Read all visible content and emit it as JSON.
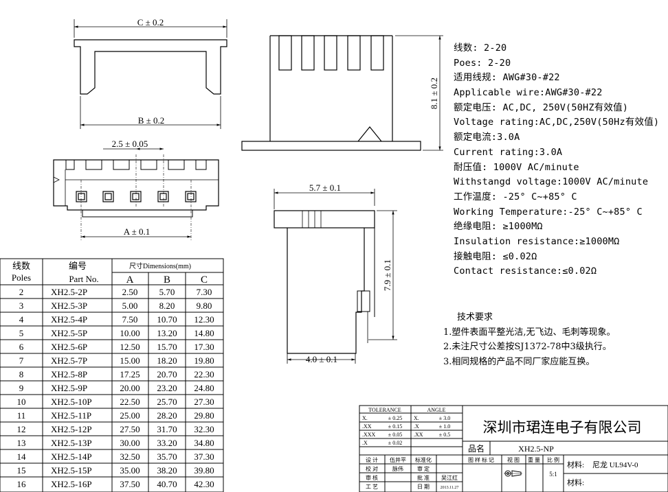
{
  "dims": {
    "c": "C ± 0.2",
    "b": "B ± 0.2",
    "pitch": "2.5 ± 0.05",
    "a": "A ± 0.1",
    "h": "8.1 ± 0.2",
    "w57": "5.7 ± 0.1",
    "h79": "7.9 ± 0.1",
    "w40": "4.0 ± 0.1"
  },
  "specs": [
    "线数: 2-20",
    "Poes: 2-20",
    "适用线规: AWG#30-#22",
    "Applicable wire:AWG#30-#22",
    "额定电压: AC,DC, 250V(50HZ有效值)",
    "Voltage rating:AC,DC,250V(50Hz有效值)",
    "额定电流:3.0A",
    "Current rating:3.0A",
    "耐压值: 1000V AC/minute",
    "Withstangd voltage:1000V AC/minute",
    "工作温度: -25° C~+85° C",
    "Working Temperature:-25° C~+85° C",
    "绝缘电阻: ≥1000MΩ",
    "Insulation resistance:≥1000MΩ",
    "接触电阻: ≤0.02Ω",
    "Contact resistance:≤0.02Ω"
  ],
  "requirements": {
    "title": "技术要求",
    "items": [
      "1.塑件表面平整光洁,无飞边、毛刺等现象。",
      "2.未注尺寸公差按SJ1372-78中3级执行。",
      "3.相同规格的产品不同厂家应能互换。"
    ]
  },
  "table": {
    "h_poles_cn": "线数",
    "h_poles_en": "Poles",
    "h_part_cn": "编号",
    "h_part_en": "Part No.",
    "h_dims": "尺寸Dimensions(mm)",
    "h_a": "A",
    "h_b": "B",
    "h_c": "C",
    "rows": [
      [
        "2",
        "XH2.5-2P",
        "2.50",
        "5.70",
        "7.30"
      ],
      [
        "3",
        "XH2.5-3P",
        "5.00",
        "8.20",
        "9.80"
      ],
      [
        "4",
        "XH2.5-4P",
        "7.50",
        "10.70",
        "12.30"
      ],
      [
        "5",
        "XH2.5-5P",
        "10.00",
        "13.20",
        "14.80"
      ],
      [
        "6",
        "XH2.5-6P",
        "12.50",
        "15.70",
        "17.30"
      ],
      [
        "7",
        "XH2.5-7P",
        "15.00",
        "18.20",
        "19.80"
      ],
      [
        "8",
        "XH2.5-8P",
        "17.25",
        "20.70",
        "22.30"
      ],
      [
        "9",
        "XH2.5-9P",
        "20.00",
        "23.20",
        "24.80"
      ],
      [
        "10",
        "XH2.5-10P",
        "22.50",
        "25.70",
        "27.30"
      ],
      [
        "11",
        "XH2.5-11P",
        "25.00",
        "28.20",
        "29.80"
      ],
      [
        "12",
        "XH2.5-12P",
        "27.50",
        "31.70",
        "32.30"
      ],
      [
        "13",
        "XH2.5-13P",
        "30.00",
        "33.20",
        "34.80"
      ],
      [
        "14",
        "XH2.5-14P",
        "32.50",
        "35.70",
        "37.30"
      ],
      [
        "15",
        "XH2.5-15P",
        "35.00",
        "38.20",
        "39.80"
      ],
      [
        "16",
        "XH2.5-16P",
        "37.50",
        "40.70",
        "42.30"
      ]
    ]
  },
  "title_block": {
    "tolerance": "TOLERANCE",
    "angle": "ANGLE",
    "tol_rows": [
      [
        "X.",
        "± 0.25",
        "X.",
        "± 3.0"
      ],
      [
        ".XX",
        "± 0.15",
        ".X",
        "± 1.0"
      ],
      [
        ".XXX",
        "± 0.05",
        ".XX",
        "± 0.5"
      ],
      [
        ".X",
        "± 0.02",
        "",
        ""
      ]
    ],
    "company": "深圳市珺连电子有限公司",
    "pin_label": "品名",
    "pin_value": "XH2.5-NP",
    "design": "设 计",
    "designer": "伍井平",
    "check": "校 对",
    "checker": "脉伟",
    "review": "审 核",
    "craft": "工 艺",
    "standard": "标准化",
    "audit": "审 定",
    "approve": "批 准",
    "approver": "吴江红",
    "date_label": "日 期",
    "date_value": "2013.11.27",
    "mark_label": "图 样 标 记",
    "view_label": "视 图",
    "weight_label": "重 量",
    "scale_label": "比 例",
    "scale_value": "5:1",
    "material_label": "材料:",
    "material_value": "尼龙 UL94V-0",
    "material2": "材料:"
  }
}
